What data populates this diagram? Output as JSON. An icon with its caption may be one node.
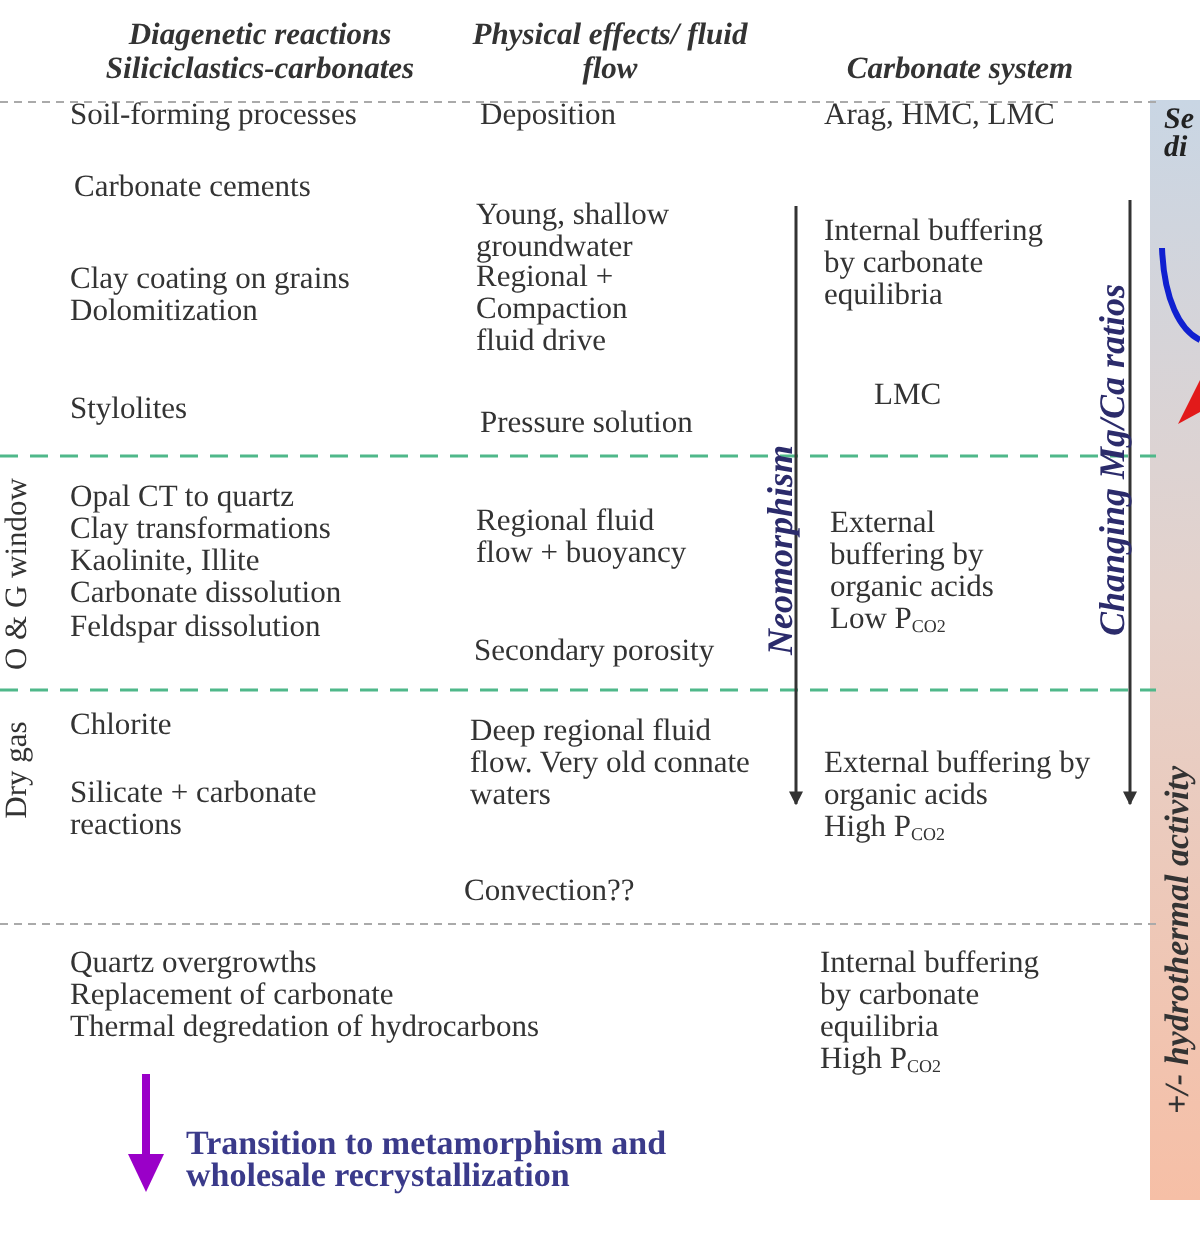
{
  "diagram": {
    "labels": [
      "Diagenetic reactions Siliciclastics-carbonates",
      "Physical effects/ fluid flow",
      "Carbonate system",
      "Se",
      "di",
      "Soil-forming processes",
      "Deposition",
      "Arag, HMC, LMC",
      "Carbonate cements",
      "Young, shallow groundwater",
      "Internal buffering by carbonate equilibria",
      "Clay coating on grains",
      "Dolomitization",
      "Regional + Compaction fluid drive",
      "LMC",
      "Stylolites",
      "Pressure solution",
      "Neomorphism",
      "Changing Mg/Ca ratios",
      "O & G window",
      "Opal CT to quartz",
      "Clay transformations",
      "Kaolinite, Illite",
      "Carbonate dissolution",
      "Feldspar dissolution",
      "Regional fluid flow + buoyancy",
      "External buffering by organic acids",
      "Low P$_{CO2}$",
      "Secondary porosity",
      "+/- hydrothermal activity",
      "Dry gas",
      "Chlorite",
      "Silicate + carbonate reactions",
      "Deep regional fluid flow. Very old connate waters",
      "External buffering by organic acids",
      "High P$_{CO2}$",
      "Convection??",
      "Quartz overgrowths",
      "Replacement of carbonate",
      "Thermal degredation of hydrocarbons",
      "Internal buffering by carbonate equilibria",
      "High P$_{CO2}$",
      "Transition to metamorphism and wholesale recrystallization"
    ]
  }
}
